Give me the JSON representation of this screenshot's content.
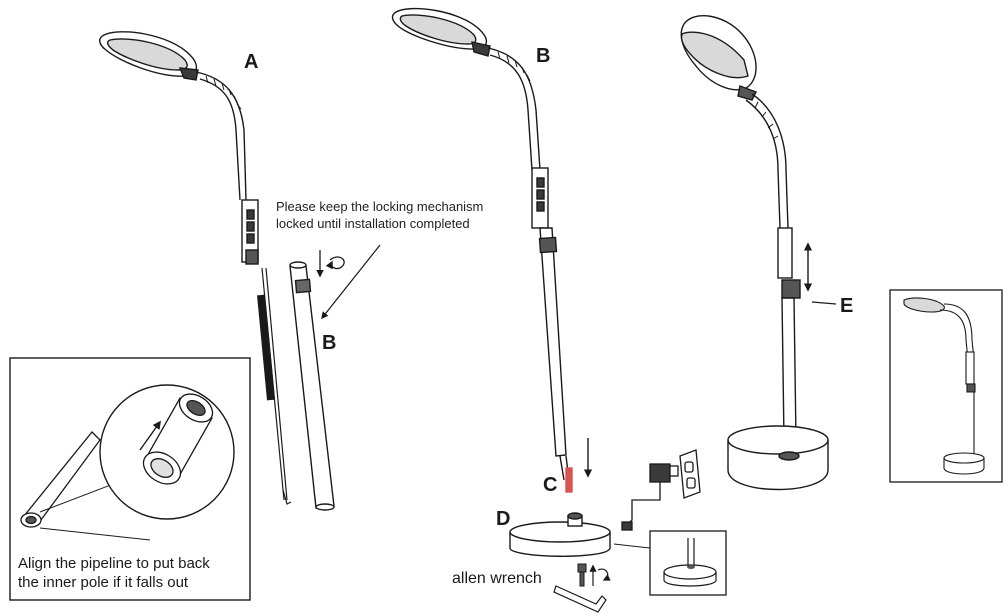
{
  "figure": {
    "labels": {
      "a": "A",
      "b_top": "B",
      "b_pole": "B",
      "c": "C",
      "d": "D",
      "e": "E"
    },
    "note": {
      "line1": "Please keep the locking mechanism",
      "line2": "locked until installation completed"
    },
    "inset_caption": {
      "line1": "Align the pipeline to put back",
      "line2": "the inner pole if it falls out"
    },
    "tool_label": "allen wrench",
    "icons": [
      "rotate-arrow-icon",
      "down-arrow-icon",
      "up-down-arrow-icon",
      "power-outlet-icon",
      "power-adapter-icon",
      "allen-wrench-icon",
      "screw-icon"
    ],
    "colors": {
      "line": "#1a1a1a",
      "accent_connector": "#d9534f",
      "fill_dark": "#2b2b2b"
    }
  }
}
